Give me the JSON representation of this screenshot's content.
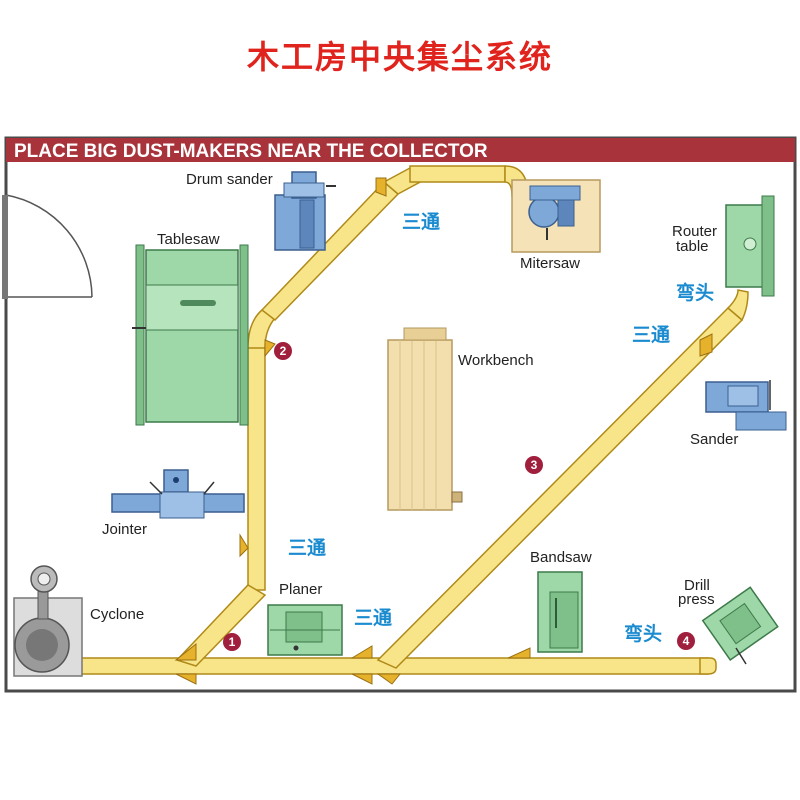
{
  "title": "木工房中央集尘系统",
  "banner": "PLACE BIG DUST-MAKERS NEAR THE COLLECTOR",
  "machines": {
    "drum_sander": "Drum sander",
    "tablesaw": "Tablesaw",
    "mitersaw": "Mitersaw",
    "router_table_1": "Router",
    "router_table_2": "table",
    "workbench": "Workbench",
    "sander": "Sander",
    "jointer": "Jointer",
    "planer": "Planer",
    "bandsaw": "Bandsaw",
    "drill_press_1": "Drill",
    "drill_press_2": "press",
    "cyclone": "Cyclone"
  },
  "fittings": {
    "tee_top": "三通",
    "tee_right": "三通",
    "elbow_router": "弯头",
    "tee_mid_left": "三通",
    "tee_bottom": "三通",
    "elbow_drill": "弯头"
  },
  "markers": {
    "m1": "1",
    "m2": "2",
    "m3": "3",
    "m4": "4"
  },
  "colors": {
    "title": "#e0231c",
    "banner": "#a8333a",
    "duct": "#f8e58a",
    "duct_outline": "#b08a18",
    "fitting": "#e6b22c",
    "machine_green": "#9ed8a8",
    "machine_blue": "#7ea8d8",
    "workbench": "#f3dfae",
    "marker": "#a01f3c",
    "fitting_label": "#1b8bd0"
  }
}
